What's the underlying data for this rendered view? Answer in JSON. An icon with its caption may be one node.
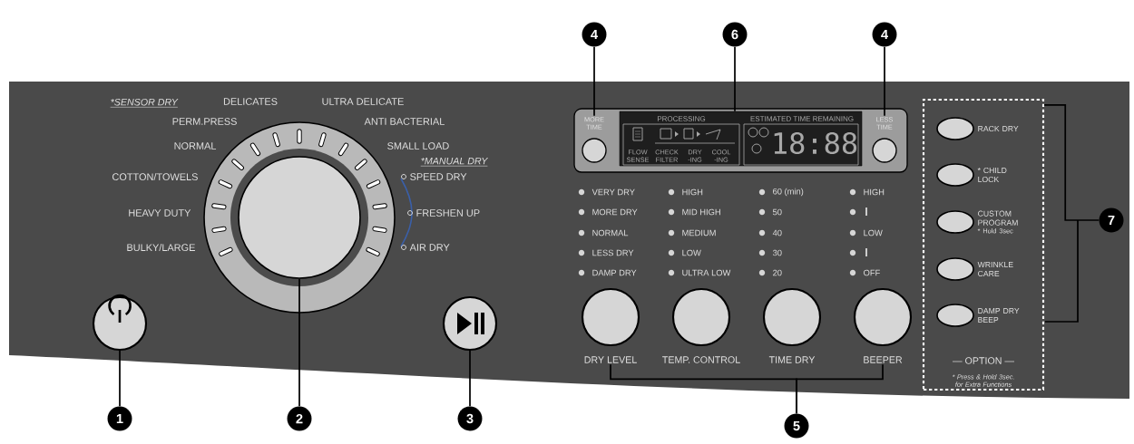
{
  "diagram": {
    "nodes": [
      {
        "text": [
          "1"
        ]
      },
      {
        "text": [
          "2"
        ]
      },
      {
        "text": [
          "3"
        ]
      },
      {
        "text": [
          "4"
        ]
      },
      {
        "text": [
          "6"
        ]
      },
      {
        "text": [
          "4"
        ]
      },
      {
        "text": [
          "5"
        ]
      },
      {
        "text": [
          "7"
        ]
      },
      {
        "text": [],
        "shape": "circle"
      },
      {
        "text": [],
        "shape": "circle"
      },
      {
        "text": [],
        "shape": "circle"
      },
      {
        "text": [
          "MORE TIME"
        ]
      },
      {
        "text": [
          "PROCESSING",
          "ESTIMATED TIME REMAINING",
          "FLOW SENSE",
          "CHECK FILTER",
          "DRY -ING",
          "COOL -ING",
          "18:88"
        ]
      },
      {
        "text": [
          "LESS TIME"
        ]
      },
      {
        "text": [
          "DRY LEVEL"
        ]
      },
      {
        "text": [
          "TEMP. CONTROL"
        ]
      },
      {
        "text": [
          "TIME DRY"
        ]
      },
      {
        "text": [
          "BEEPER"
        ]
      },
      {
        "text": [
          "— OPTION —",
          "* Press & Hold 3sec. for Extra Functions"
        ]
      },
      {
        "text": [
          "RACK DRY"
        ],
        "in": 18
      },
      {
        "text": [
          "* CHILD LOCK"
        ],
        "in": 18
      },
      {
        "text": [
          "CUSTOM PROGRAM",
          "* Hold 3sec"
        ],
        "in": 18
      },
      {
        "text": [
          "WRINKLE CARE"
        ],
        "in": 18
      },
      {
        "text": [
          "DAMP DRY BEEP"
        ],
        "in": 18
      }
    ],
    "edges": [
      {
        "from": 0,
        "to": 8,
        "arrow": "none"
      },
      {
        "from": 1,
        "to": 9,
        "arrow": "none"
      },
      {
        "from": 2,
        "to": 10,
        "arrow": "none"
      },
      {
        "from": 3,
        "to": 11,
        "arrow": "none"
      },
      {
        "from": 4,
        "to": 12,
        "arrow": "none"
      },
      {
        "from": 5,
        "to": 13,
        "arrow": "none"
      },
      {
        "from": 6,
        "to": 14,
        "arrow": "none"
      },
      {
        "from": 6,
        "to": 17,
        "arrow": "none"
      },
      {
        "from": 7,
        "to": 18,
        "arrow": "none"
      }
    ],
    "labels": [
      "*SENSOR DRY",
      "DELICATES",
      "ULTRA DELICATE",
      "PERM.PRESS",
      "ANTI BACTERIAL",
      "NORMAL",
      "SMALL LOAD",
      "*MANUAL DRY",
      "COTTON/TOWELS",
      "SPEED DRY",
      "HEAVY DUTY",
      "FRESHEN UP",
      "BULKY/LARGE",
      "AIR DRY",
      "VERY DRY",
      "HIGH",
      "60 (min)",
      "HIGH",
      "MORE DRY",
      "MID HIGH",
      "50",
      "NORMAL",
      "MEDIUM",
      "40",
      "LOW",
      "LESS DRY",
      "LOW",
      "30",
      "DAMP DRY",
      "ULTRA LOW",
      "20",
      "OFF"
    ]
  }
}
